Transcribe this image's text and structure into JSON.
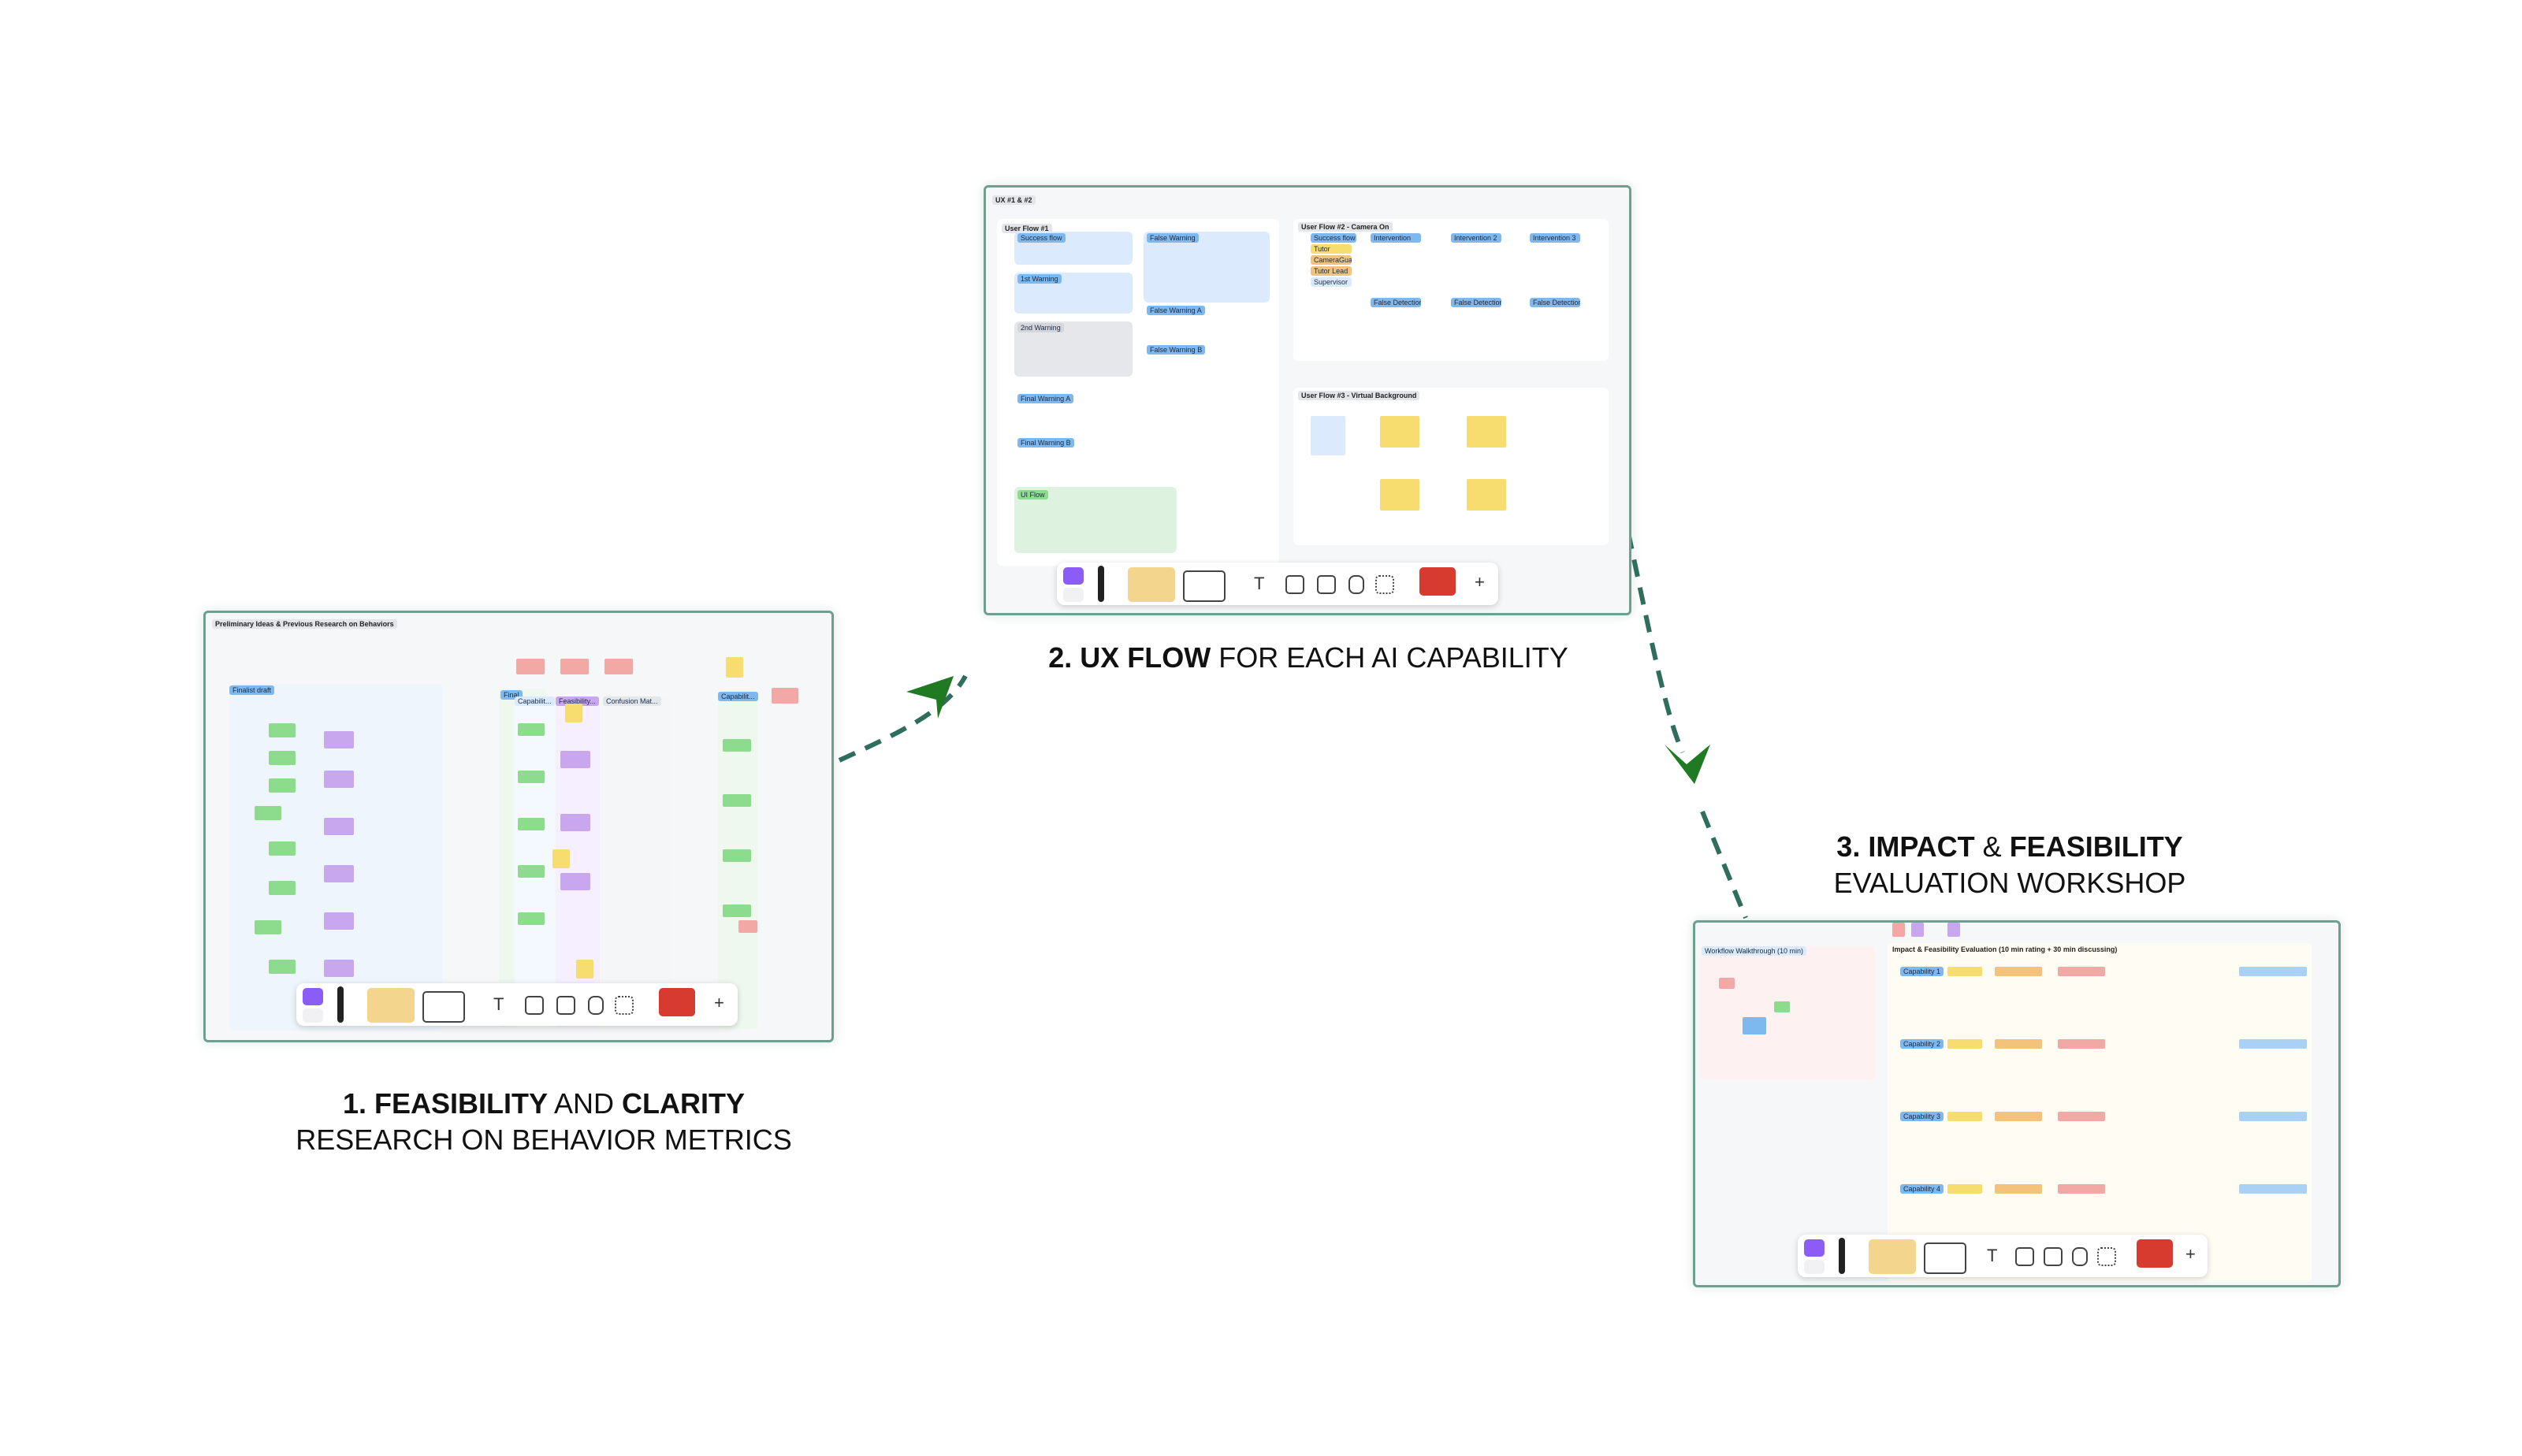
{
  "steps": [
    {
      "number": "1.",
      "line1_bold_a": "FEASIBILITY",
      "line1_regular": " AND ",
      "line1_bold_b": "CLARITY",
      "line2": "RESEARCH ON BEHAVIOR METRICS"
    },
    {
      "number": "2.",
      "line1_bold_a": "UX FLOW",
      "line1_regular": " FOR EACH AI CAPABILITY",
      "line2": ""
    },
    {
      "number": "3.",
      "line1_bold_a": "IMPACT",
      "line1_regular": " & ",
      "line1_bold_b": "FEASIBILITY",
      "line2": "EVALUATION WORKSHOP"
    }
  ],
  "board1": {
    "frame_title": "Preliminary Ideas & Previous Research on Behaviors",
    "labels": [
      "Finalist draft",
      "Final",
      "Capabilit...",
      "Feasibility...",
      "Confusion Mat...",
      "Capabilit..."
    ]
  },
  "board2": {
    "frame_title": "UX #1 & #2",
    "flow1_title": "User Flow #1",
    "flow1_labels": [
      "Success flow",
      "1st Warning",
      "2nd Warning",
      "False Warning",
      "False Warning A",
      "False Warning B",
      "Final Warning A",
      "Final Warning B",
      "UI Flow"
    ],
    "flow2_title": "User Flow #2 - Camera On",
    "flow3_title": "User Flow #3 - Virtual Background",
    "roles": [
      "Tutor",
      "CameraGuard",
      "Tutor Lead",
      "Supervisor"
    ],
    "detection_labels": [
      "Success flow",
      "Intervention",
      "Intervention 2",
      "Intervention 3",
      "False Detection",
      "False Detection",
      "False Detection"
    ]
  },
  "board3": {
    "left_title": "Workflow Walkthrough (10 min)",
    "main_title": "Impact & Feasibility Evaluation (10 min rating + 30 min discussing)",
    "capabilities": [
      "Capability 1",
      "Capability 2",
      "Capability 3",
      "Capability 4"
    ]
  },
  "toolbar": {
    "text_tool": "T",
    "plus": "+"
  },
  "colors": {
    "arrow": "#2f6e5c",
    "arrowhead": "#1f7a22",
    "board_border": "#6f9f8e",
    "blue_label": "#7db8ee",
    "purple_label": "#c9a7ee",
    "green_sticky": "#8ddc8e",
    "pink_sticky": "#f2a9a6",
    "yellow_sticky": "#f7dc6f",
    "orange_sticky": "#f4c27a"
  }
}
